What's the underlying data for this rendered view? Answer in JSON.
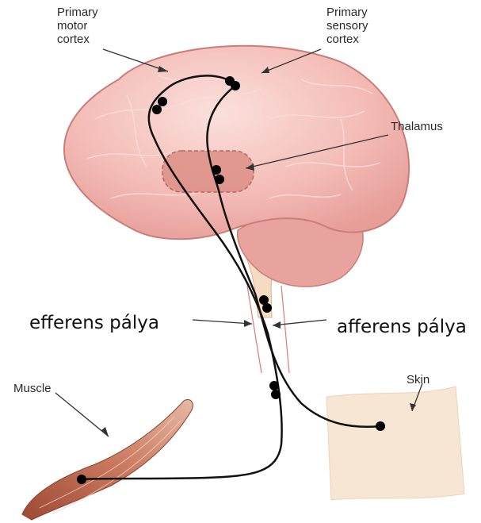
{
  "labels": {
    "motor_cortex": [
      "Primary",
      "motor",
      "cortex"
    ],
    "sensory_cortex": [
      "Primary",
      "sensory",
      "cortex"
    ],
    "thalamus": "Thalamus",
    "efferent": "efferens pálya",
    "afferent": "afferens pálya",
    "skin": "Skin",
    "muscle": "Muscle"
  },
  "colors": {
    "brain_fill": "#f2b2ae",
    "brain_outline": "#c97e7a",
    "thalamus_fill": "#dd9087",
    "brainstem_fill": "#f7dcc4",
    "spinal_cord": "#e07a78",
    "skin_fill": "#f8e6d4",
    "muscle_fill": "#b5624a",
    "pathway": "#111111"
  }
}
